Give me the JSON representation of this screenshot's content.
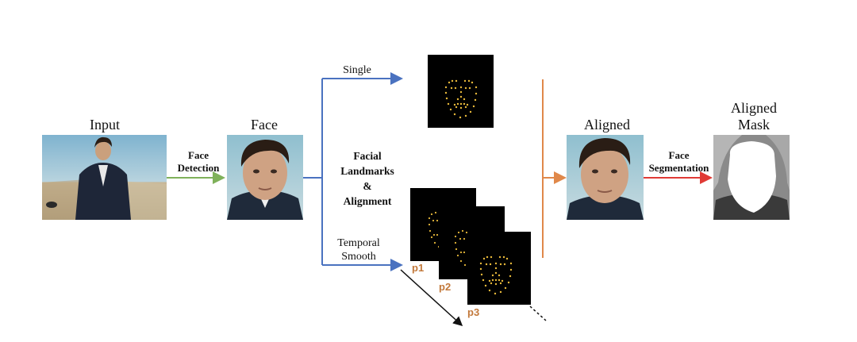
{
  "labels": {
    "input": "Input",
    "face": "Face",
    "face_detection": [
      "Face",
      "Detection"
    ],
    "single": "Single",
    "facial_landmarks": [
      "Facial",
      "Landmarks",
      "&",
      "Alignment"
    ],
    "temporal_smooth": [
      "Temporal",
      "Smooth"
    ],
    "aligned": "Aligned",
    "aligned_mask": [
      "Aligned",
      "Mask"
    ],
    "face_segmentation": [
      "Face",
      "Segmentation"
    ],
    "frames": [
      "p1",
      "p2",
      "p3"
    ]
  },
  "colors": {
    "detection_arrow": "#7fb15a",
    "landmark_branch": "#4a72c0",
    "merge_line": "#e0884a",
    "segmentation_arrow": "#e03a35",
    "landmark_dots": "#e8b93a",
    "frame_label": "#c2783a"
  }
}
